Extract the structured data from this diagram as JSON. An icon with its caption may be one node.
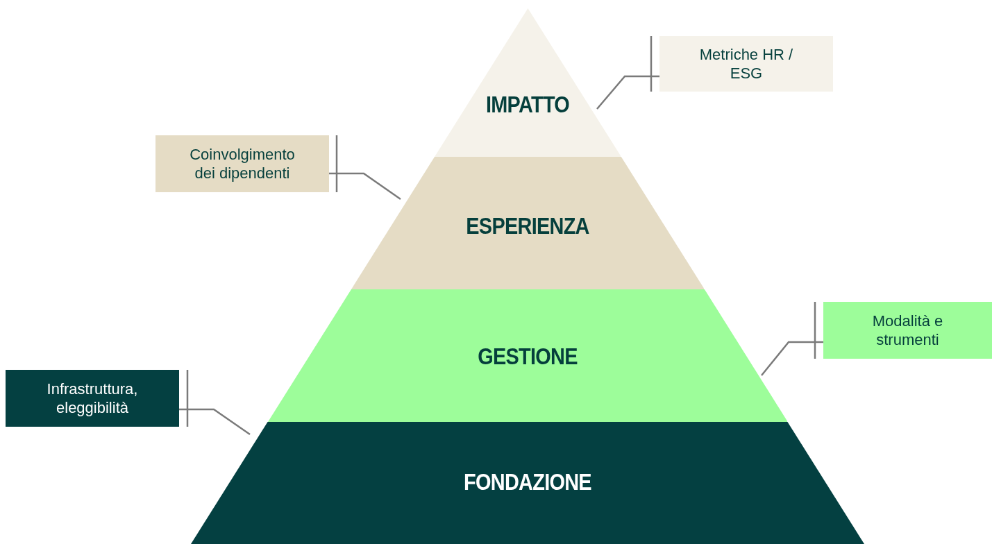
{
  "diagram": {
    "nodes": [
      {
        "text": [
          "IMPATTO"
        ]
      },
      {
        "text": [
          "ESPERIENZA"
        ]
      },
      {
        "text": [
          "GESTIONE"
        ]
      },
      {
        "text": [
          "FONDAZIONE"
        ]
      },
      {
        "text": [
          "Metriche HR / ESG"
        ]
      },
      {
        "text": [
          "Coinvolgimento dei dipendenti"
        ]
      },
      {
        "text": [
          "Modalità e strumenti"
        ]
      },
      {
        "text": [
          "Infrastruttura, eleggibilità"
        ]
      }
    ],
    "edges": [
      {
        "from": 4,
        "to": 0,
        "arrow": "none"
      },
      {
        "from": 5,
        "to": 1,
        "arrow": "none"
      },
      {
        "from": 6,
        "to": 2,
        "arrow": "none"
      },
      {
        "from": 7,
        "to": 3,
        "arrow": "none"
      }
    ]
  }
}
